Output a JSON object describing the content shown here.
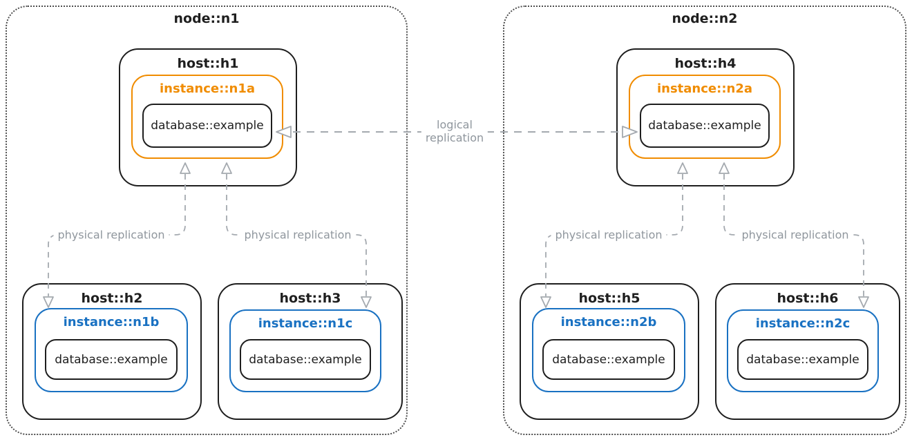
{
  "colors": {
    "stroke_black": "#1e1e1e",
    "primary_instance_orange": "#f08c00",
    "replica_instance_blue": "#1971c2",
    "connector_gray": "#a4a9af",
    "label_gray": "#8f969d"
  },
  "nodes": [
    {
      "label": "node::n1",
      "hosts": [
        {
          "label": "host::h1",
          "instance": "instance::n1a",
          "instance_color": "#f08c00",
          "database": "database::example"
        },
        {
          "label": "host::h2",
          "instance": "instance::n1b",
          "instance_color": "#1971c2",
          "database": "database::example"
        },
        {
          "label": "host::h3",
          "instance": "instance::n1c",
          "instance_color": "#1971c2",
          "database": "database::example"
        }
      ]
    },
    {
      "label": "node::n2",
      "hosts": [
        {
          "label": "host::h4",
          "instance": "instance::n2a",
          "instance_color": "#f08c00",
          "database": "database::example"
        },
        {
          "label": "host::h5",
          "instance": "instance::n2b",
          "instance_color": "#1971c2",
          "database": "database::example"
        },
        {
          "label": "host::h6",
          "instance": "instance::n2c",
          "instance_color": "#1971c2",
          "database": "database::example"
        }
      ]
    }
  ],
  "connectors": {
    "physical": [
      {
        "label": "physical replication"
      },
      {
        "label": "physical replication"
      },
      {
        "label": "physical replication"
      },
      {
        "label": "physical replication"
      }
    ],
    "logical": {
      "line1": "logical",
      "line2": "replication"
    }
  }
}
